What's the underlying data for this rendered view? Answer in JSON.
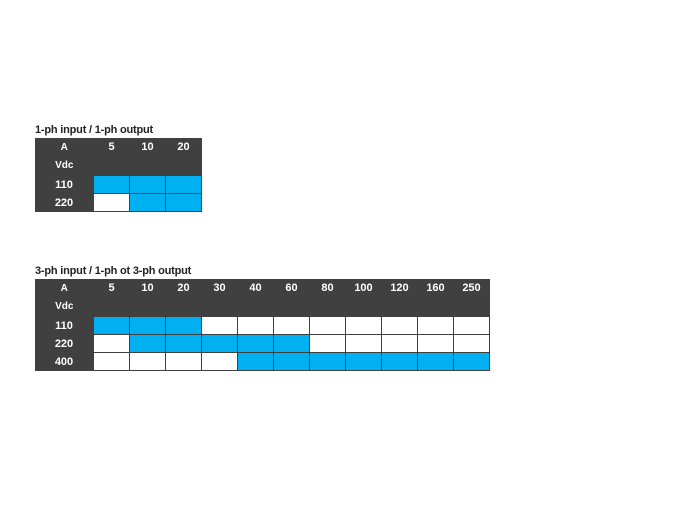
{
  "tables": [
    {
      "title": "1-ph input / 1-ph output",
      "corner_top": "A",
      "corner_bottom": "Vdc",
      "columns": [
        "5",
        "10",
        "20"
      ],
      "rows": [
        {
          "label": "110",
          "cells": [
            1,
            1,
            1
          ]
        },
        {
          "label": "220",
          "cells": [
            0,
            1,
            1
          ]
        }
      ]
    },
    {
      "title": "3-ph input / 1-ph ot 3-ph output",
      "corner_top": "A",
      "corner_bottom": "Vdc",
      "columns": [
        "5",
        "10",
        "20",
        "30",
        "40",
        "60",
        "80",
        "100",
        "120",
        "160",
        "250"
      ],
      "rows": [
        {
          "label": "110",
          "cells": [
            1,
            1,
            1,
            0,
            0,
            0,
            0,
            0,
            0,
            0,
            0
          ]
        },
        {
          "label": "220",
          "cells": [
            0,
            1,
            1,
            1,
            1,
            1,
            0,
            0,
            0,
            0,
            0
          ]
        },
        {
          "label": "400",
          "cells": [
            0,
            0,
            0,
            0,
            1,
            1,
            1,
            1,
            1,
            1,
            1
          ]
        }
      ]
    }
  ],
  "colors": {
    "header_bg": "#404040",
    "available": "#00b0f0",
    "unavailable": "#ffffff"
  }
}
